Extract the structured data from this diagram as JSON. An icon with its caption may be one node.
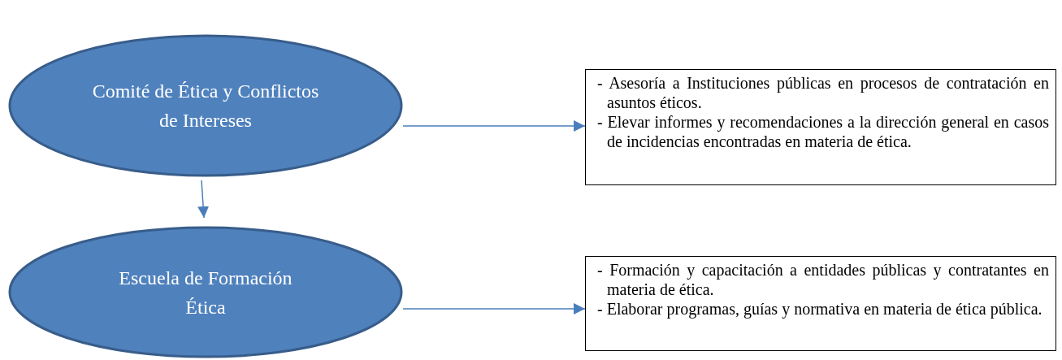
{
  "diagram": {
    "nodes": [
      {
        "text": [
          "Comité de Ética y Conflictos de Intereses"
        ]
      },
      {
        "text": [
          "- Asesoría a Instituciones públicas en procesos de contratación en asuntos éticos.",
          "- Elevar informes y recomendaciones a la dirección general en casos de incidencias encontradas en materia de ética."
        ]
      },
      {
        "text": [
          "Escuela de Formación Ética"
        ]
      },
      {
        "text": [
          "- Formación y capacitación a entidades públicas y contratantes en materia de ética.",
          "- Elaborar programas, guías y normativa en materia de ética pública."
        ]
      }
    ],
    "edges": [
      {
        "from": 0,
        "to": 1,
        "arrow": "to"
      },
      {
        "from": 0,
        "to": 2,
        "arrow": "to"
      },
      {
        "from": 2,
        "to": 3,
        "arrow": "to"
      }
    ]
  }
}
